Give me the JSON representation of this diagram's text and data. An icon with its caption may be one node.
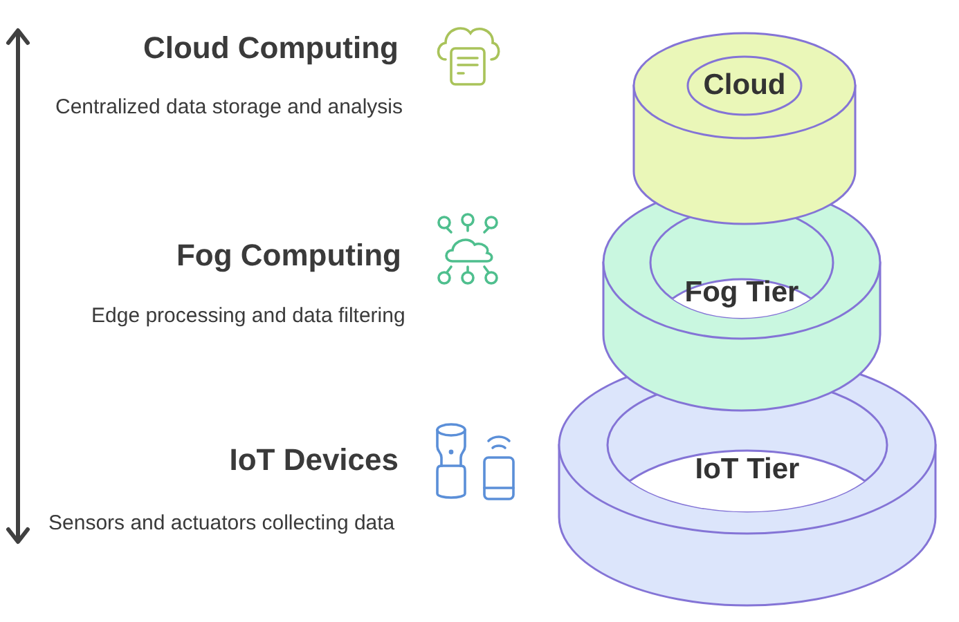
{
  "diagram": {
    "nodes": [
      {
        "text": [
          "Cloud"
        ]
      },
      {
        "text": [
          "Fog Tier"
        ]
      },
      {
        "text": [
          "IoT Tier"
        ]
      }
    ],
    "labels": [
      "Cloud Computing",
      "Centralized data storage and analysis",
      "Fog Computing",
      "Edge processing and data filtering",
      "IoT Devices",
      "Sensors and actuators collecting data"
    ]
  }
}
